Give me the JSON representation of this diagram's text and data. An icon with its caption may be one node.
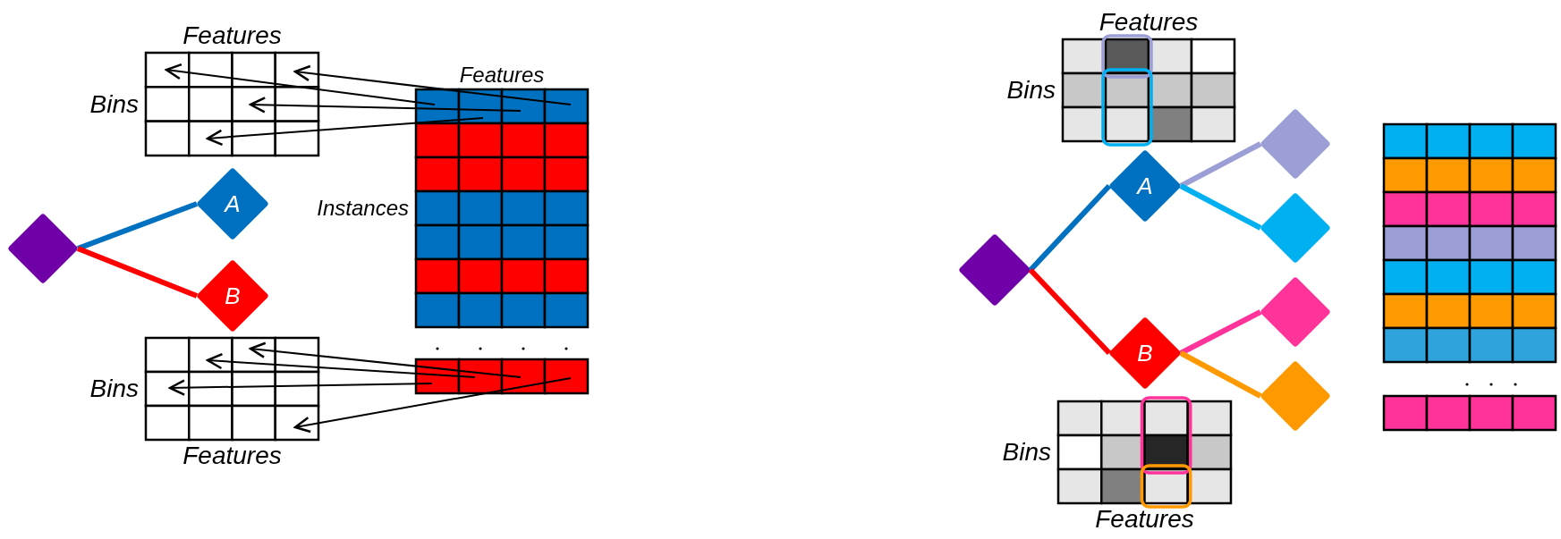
{
  "diagram": {
    "nodes": [
      {
        "text": [
          "Features",
          "Bins"
        ]
      },
      {
        "text": [
          "Features",
          "Instances"
        ]
      },
      {
        "text": [],
        "shape": "diamond"
      },
      {
        "text": [
          "A"
        ]
      },
      {
        "text": [
          "B"
        ]
      },
      {
        "text": [],
        "shape": "bar"
      },
      {
        "text": [
          "Bins",
          "Features"
        ]
      },
      {
        "text": [
          "Features",
          "Bins"
        ]
      },
      {
        "text": [
          "A"
        ]
      },
      {
        "text": [],
        "shape": "diamond"
      },
      {
        "text": [],
        "shape": "box"
      },
      {
        "text": [],
        "shape": "diamond"
      },
      {
        "text": [],
        "shape": "diamond"
      },
      {
        "text": [
          "B"
        ]
      },
      {
        "text": [],
        "shape": "diamond"
      },
      {
        "text": [],
        "shape": "diamond"
      },
      {
        "text": [],
        "shape": "bar"
      },
      {
        "text": [
          "Bins",
          "Features"
        ]
      }
    ],
    "edges": [
      {
        "from": 2,
        "to": 3,
        "arrow": "none",
        "style": "thick",
        "color": "#0070c0"
      },
      {
        "from": 2,
        "to": 4,
        "arrow": "none",
        "style": "thick",
        "color": "#ff0000"
      },
      {
        "from": 1,
        "to": 0,
        "arrow": "to"
      },
      {
        "from": 1,
        "to": 0,
        "arrow": "to"
      },
      {
        "from": 1,
        "to": 0,
        "arrow": "to"
      },
      {
        "from": 1,
        "to": 0,
        "arrow": "to"
      },
      {
        "from": 5,
        "to": 6,
        "arrow": "to"
      },
      {
        "from": 5,
        "to": 6,
        "arrow": "to"
      },
      {
        "from": 5,
        "to": 6,
        "arrow": "to"
      },
      {
        "from": 5,
        "to": 6,
        "arrow": "to"
      },
      {
        "from": 12,
        "to": 8,
        "arrow": "none",
        "style": "thick",
        "color": "#0070c0"
      },
      {
        "from": 12,
        "to": 13,
        "arrow": "none",
        "style": "thick",
        "color": "#ff0000"
      },
      {
        "from": 8,
        "to": 9,
        "arrow": "none",
        "style": "thick",
        "color": "#9b9fd6"
      },
      {
        "from": 8,
        "to": 11,
        "arrow": "none",
        "style": "thick",
        "color": "#00b0f0"
      },
      {
        "from": 13,
        "to": 14,
        "arrow": "none",
        "style": "thick",
        "color": "#ff3399"
      },
      {
        "from": 13,
        "to": 15,
        "arrow": "none",
        "style": "thick",
        "color": "#ff9900"
      }
    ]
  }
}
